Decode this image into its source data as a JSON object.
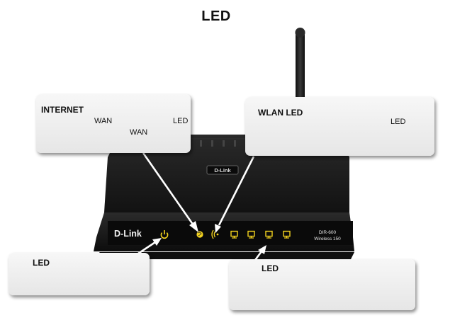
{
  "title": "LED",
  "callouts": {
    "internet": {
      "heading": "INTERNET",
      "text1": "WAN",
      "text2": "LED",
      "text3": "WAN"
    },
    "wlan": {
      "heading": "WLAN LED",
      "text1": "LED"
    },
    "power": {
      "heading": "LED"
    },
    "lan": {
      "heading": "LED"
    }
  },
  "router": {
    "brand": "D-Link",
    "badge": "D-Link",
    "model": "DIR-600",
    "subtitle": "Wireless 150",
    "leds": [
      "power-icon",
      "internet-globe-icon",
      "wlan-signal-icon",
      "lan1-port-icon",
      "lan2-port-icon",
      "lan3-port-icon",
      "lan4-port-icon"
    ],
    "led_color": "#f2d21e"
  },
  "colors": {
    "body": "#1c1c1c",
    "arrow": "#ffffff"
  }
}
